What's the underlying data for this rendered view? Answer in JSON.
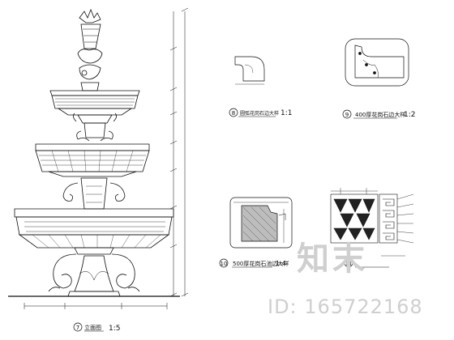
{
  "drawing": {
    "fountain": {
      "number": "7",
      "title": "立面图",
      "scale": "1:5"
    },
    "detail8": {
      "number": "8",
      "title": "圆弧花岗石边大样",
      "scale": "1:1"
    },
    "detail9": {
      "number": "9",
      "title": "400厚花岗石边大样",
      "scale": "1:2"
    },
    "detail10": {
      "number": "10",
      "title": "500厚花岗石池边大样",
      "scale": "1:4"
    },
    "detail11": {
      "number": "11",
      "title": ""
    }
  },
  "watermark": {
    "brand": "知末",
    "id": "ID: 165722168"
  }
}
